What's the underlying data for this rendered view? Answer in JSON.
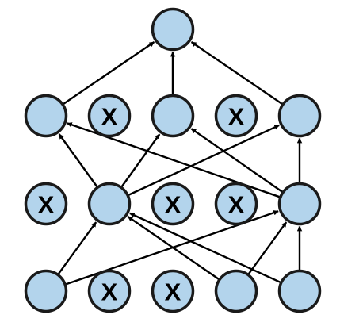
{
  "diagram": {
    "type": "neural-network-dropout",
    "colors": {
      "active_fill": "#b3d4ec",
      "dropped_fill": "#b3d4ec",
      "stroke": "#1a1a1a",
      "edge": "#000000"
    },
    "drop_label": "X",
    "layers": [
      {
        "name": "input",
        "nodes": [
          "active",
          "dropped",
          "dropped",
          "active",
          "active"
        ]
      },
      {
        "name": "hidden-1",
        "nodes": [
          "dropped",
          "active",
          "dropped",
          "dropped",
          "active"
        ]
      },
      {
        "name": "hidden-2",
        "nodes": [
          "active",
          "dropped",
          "active",
          "dropped",
          "active"
        ]
      },
      {
        "name": "output",
        "nodes": [
          "active"
        ]
      }
    ],
    "edges": [
      {
        "from": "input-0",
        "to": "hidden-1-1"
      },
      {
        "from": "input-0",
        "to": "hidden-1-4"
      },
      {
        "from": "input-3",
        "to": "hidden-1-1"
      },
      {
        "from": "input-3",
        "to": "hidden-1-4"
      },
      {
        "from": "input-4",
        "to": "hidden-1-1"
      },
      {
        "from": "input-4",
        "to": "hidden-1-4"
      },
      {
        "from": "hidden-1-1",
        "to": "hidden-2-0"
      },
      {
        "from": "hidden-1-1",
        "to": "hidden-2-2"
      },
      {
        "from": "hidden-1-1",
        "to": "hidden-2-4"
      },
      {
        "from": "hidden-1-4",
        "to": "hidden-2-0"
      },
      {
        "from": "hidden-1-4",
        "to": "hidden-2-2"
      },
      {
        "from": "hidden-1-4",
        "to": "hidden-2-4"
      },
      {
        "from": "hidden-2-0",
        "to": "output-0"
      },
      {
        "from": "hidden-2-2",
        "to": "output-0"
      },
      {
        "from": "hidden-2-4",
        "to": "output-0"
      }
    ]
  }
}
